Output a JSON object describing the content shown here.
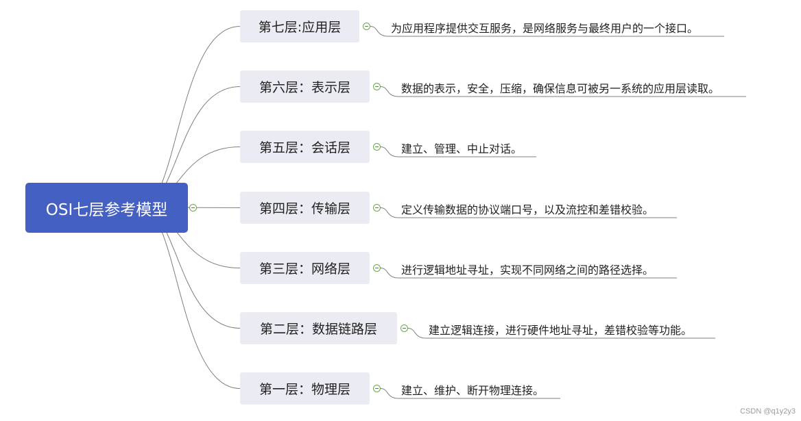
{
  "root": {
    "label": "OSI七层参考模型"
  },
  "layers": [
    {
      "label": "第七层:应用层",
      "description": "为应用程序提供交互服务，是网络服务与最终用户的一个接口。"
    },
    {
      "label": "第六层：表示层",
      "description": "数据的表示，安全，压缩，确保信息可被另一系统的应用层读取。"
    },
    {
      "label": "第五层：会话层",
      "description": "建立、管理、中止对话。"
    },
    {
      "label": "第四层：传输层",
      "description": "定义传输数据的协议端口号，以及流控和差错校验。"
    },
    {
      "label": "第三层：网络层",
      "description": "进行逻辑地址寻址，实现不同网络之间的路径选择。"
    },
    {
      "label": "第二层：数据链路层",
      "description": "建立逻辑连接，进行硬件地址寻址，差错校验等功能。"
    },
    {
      "label": "第一层：物理层",
      "description": "建立、维护、断开物理连接。"
    }
  ],
  "watermark": "CSDN @q1y2y3",
  "colors": {
    "root_fill": "#4560c3",
    "node_fill": "#ebebf3",
    "line": "#7f7f7f",
    "collapse_ring": "#6aa84f"
  },
  "icons": {
    "collapse": "minus-circle-icon"
  }
}
